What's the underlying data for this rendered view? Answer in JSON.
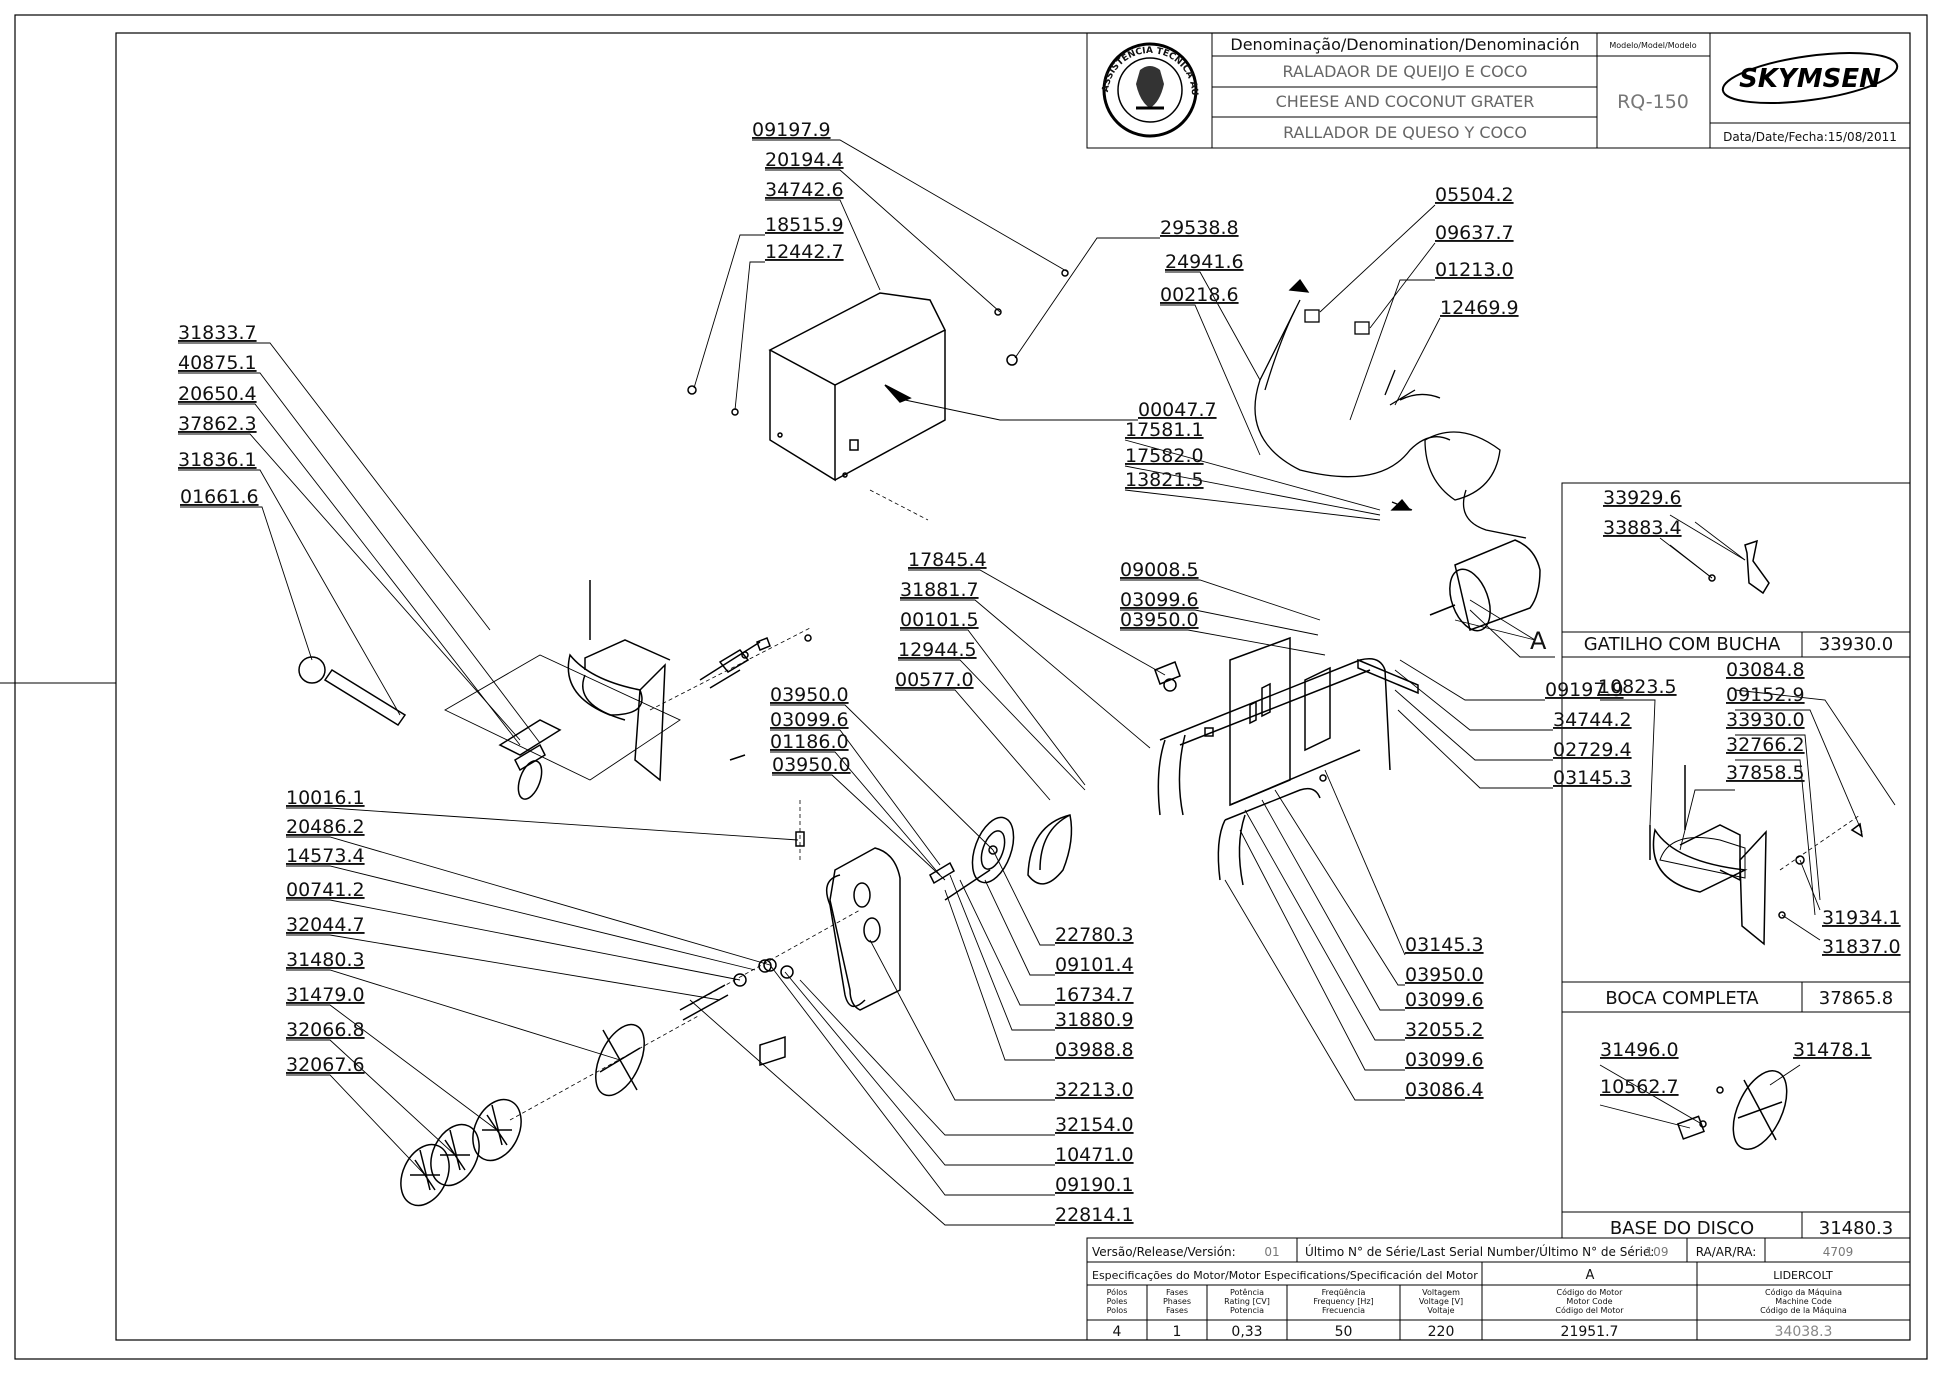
{
  "title_block": {
    "denomination_header": "Denominação/Denomination/Denominación",
    "model_header": "Modelo/Model/Modelo",
    "name_pt": "RALADAOR DE QUEIJO E COCO",
    "name_en": "CHEESE AND COCONUT GRATER",
    "name_es": "RALLADOR DE QUESO Y COCO",
    "model": "RQ-150",
    "brand": "SKYMSEN",
    "date": "Data/Date/Fecha:15/08/2011",
    "seal_text": "ASSISTÊNCIA TÉCNICA AUTORIZADA"
  },
  "main_labels": [
    {
      "id": "09197.9",
      "text": "09197.9"
    },
    {
      "id": "20194.4",
      "text": "20194.4"
    },
    {
      "id": "34742.6",
      "text": "34742.6"
    },
    {
      "id": "18515.9",
      "text": "18515.9"
    },
    {
      "id": "12442.7",
      "text": "12442.7"
    },
    {
      "id": "29538.8",
      "text": "29538.8"
    },
    {
      "id": "24941.6",
      "text": "24941.6"
    },
    {
      "id": "00218.6",
      "text": "00218.6"
    },
    {
      "id": "05504.2",
      "text": "05504.2"
    },
    {
      "id": "09637.7",
      "text": "09637.7"
    },
    {
      "id": "01213.0",
      "text": "01213.0"
    },
    {
      "id": "12469.9",
      "text": "12469.9"
    },
    {
      "id": "00047.7",
      "text": "00047.7"
    },
    {
      "id": "17581.1",
      "text": "17581.1"
    },
    {
      "id": "17582.0",
      "text": "17582.0"
    },
    {
      "id": "13821.5",
      "text": "13821.5"
    },
    {
      "id": "31833.7",
      "text": "31833.7"
    },
    {
      "id": "40875.1",
      "text": "40875.1"
    },
    {
      "id": "20650.4",
      "text": "20650.4"
    },
    {
      "id": "37862.3",
      "text": "37862.3"
    },
    {
      "id": "31836.1",
      "text": "31836.1"
    },
    {
      "id": "01661.6",
      "text": "01661.6"
    },
    {
      "id": "17845.4",
      "text": "17845.4"
    },
    {
      "id": "31881.7",
      "text": "31881.7"
    },
    {
      "id": "00101.5",
      "text": "00101.5"
    },
    {
      "id": "12944.5",
      "text": "12944.5"
    },
    {
      "id": "00577.0",
      "text": "00577.0"
    },
    {
      "id": "09008.5",
      "text": "09008.5"
    },
    {
      "id": "03099.6a",
      "text": "03099.6"
    },
    {
      "id": "03950.0a",
      "text": "03950.0"
    },
    {
      "id": "09197.9b",
      "text": "09197.9"
    },
    {
      "id": "34744.2",
      "text": "34744.2"
    },
    {
      "id": "02729.4",
      "text": "02729.4"
    },
    {
      "id": "03145.3a",
      "text": "03145.3"
    },
    {
      "id": "A",
      "text": "A"
    },
    {
      "id": "03950.0b",
      "text": "03950.0"
    },
    {
      "id": "03099.6b",
      "text": "03099.6"
    },
    {
      "id": "01186.0",
      "text": "01186.0"
    },
    {
      "id": "03950.0c",
      "text": "03950.0"
    },
    {
      "id": "10016.1",
      "text": "10016.1"
    },
    {
      "id": "20486.2",
      "text": "20486.2"
    },
    {
      "id": "14573.4",
      "text": "14573.4"
    },
    {
      "id": "00741.2",
      "text": "00741.2"
    },
    {
      "id": "32044.7",
      "text": "32044.7"
    },
    {
      "id": "31480.3",
      "text": "31480.3"
    },
    {
      "id": "31479.0",
      "text": "31479.0"
    },
    {
      "id": "32066.8",
      "text": "32066.8"
    },
    {
      "id": "32067.6",
      "text": "32067.6"
    },
    {
      "id": "22780.3",
      "text": "22780.3"
    },
    {
      "id": "09101.4",
      "text": "09101.4"
    },
    {
      "id": "16734.7",
      "text": "16734.7"
    },
    {
      "id": "31880.9",
      "text": "31880.9"
    },
    {
      "id": "03988.8",
      "text": "03988.8"
    },
    {
      "id": "32213.0",
      "text": "32213.0"
    },
    {
      "id": "32154.0",
      "text": "32154.0"
    },
    {
      "id": "10471.0",
      "text": "10471.0"
    },
    {
      "id": "09190.1",
      "text": "09190.1"
    },
    {
      "id": "22814.1",
      "text": "22814.1"
    },
    {
      "id": "03145.3b",
      "text": "03145.3"
    },
    {
      "id": "03950.0d",
      "text": "03950.0"
    },
    {
      "id": "03099.6c",
      "text": "03099.6"
    },
    {
      "id": "32055.2",
      "text": "32055.2"
    },
    {
      "id": "03099.6d",
      "text": "03099.6"
    },
    {
      "id": "03086.4",
      "text": "03086.4"
    }
  ],
  "subassemblies": [
    {
      "name": "GATILHO COM BUCHA",
      "code": "33930.0",
      "labels": [
        "33929.6",
        "33883.4"
      ]
    },
    {
      "name": "BOCA COMPLETA",
      "code": "37865.8",
      "labels": [
        "10823.5",
        "03084.8",
        "09152.9",
        "33930.0",
        "32766.2",
        "37858.5",
        "31934.1",
        "31837.0"
      ]
    },
    {
      "name": "BASE DO DISCO",
      "code": "31480.3",
      "labels": [
        "31496.0",
        "31478.1",
        "10562.7"
      ]
    }
  ],
  "release_row": {
    "version_label": "Versão/Release/Versión:",
    "version_value": "01",
    "serial_label": "Último N° de Série/Last Serial Number/Último N° de Série:",
    "serial_value": "109",
    "ra_label": "RA/AR/RA:",
    "ra_value": "4709"
  },
  "motor_spec": {
    "header": "Especificações do Motor/Motor Especifications/Specificación del Motor",
    "motor_code_letter": "A",
    "manufacturer": "LIDERCOLT",
    "columns": [
      {
        "h1": "Pólos",
        "h2": "Poles",
        "h3": "Polos",
        "value": "4"
      },
      {
        "h1": "Fases",
        "h2": "Phases",
        "h3": "Fases",
        "value": "1"
      },
      {
        "h1": "Potência",
        "h2": "Rating [CV]",
        "h3": "Potencia",
        "value": "0,33"
      },
      {
        "h1": "Freqüência",
        "h2": "Frequency [Hz]",
        "h3": "Frecuencia",
        "value": "50"
      },
      {
        "h1": "Voltagem",
        "h2": "Voltage [V]",
        "h3": "Voltaje",
        "value": "220"
      },
      {
        "h1": "Código do Motor",
        "h2": "Motor Code",
        "h3": "Código del Motor",
        "value": "21951.7"
      },
      {
        "h1": "Código da Máquina",
        "h2": "Machine Code",
        "h3": "Código de la Máquina",
        "value": "34038.3"
      }
    ]
  }
}
